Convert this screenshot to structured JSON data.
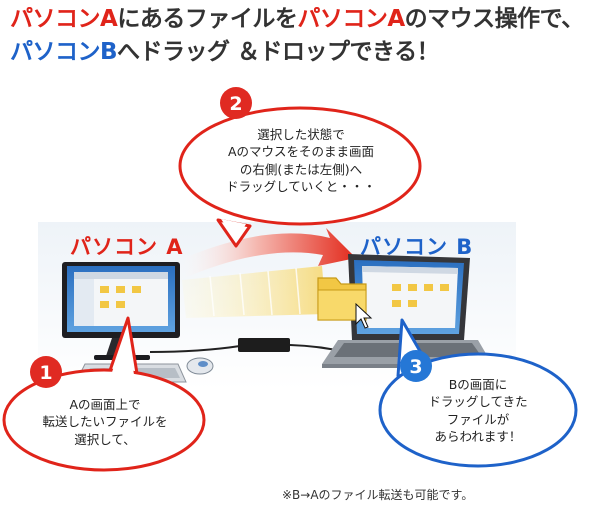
{
  "headline": {
    "line1": [
      {
        "text": "パソコンA",
        "color": "red"
      },
      {
        "text": "にあるファイルを",
        "color": "dark"
      },
      {
        "text": "パソコンA",
        "color": "red"
      },
      {
        "text": "のマウス操作で、",
        "color": "dark"
      }
    ],
    "line2": [
      {
        "text": "パソコンB",
        "color": "blue"
      },
      {
        "text": "へドラッグ ＆ドロップできる！",
        "color": "dark"
      }
    ]
  },
  "labels": {
    "pc_a": "パソコン A",
    "pc_b": "パソコン B"
  },
  "steps": [
    {
      "number": "1",
      "lines": [
        "Aの画面上で",
        "転送したいファイルを",
        "選択して、"
      ]
    },
    {
      "number": "2",
      "lines": [
        "選択した状態で",
        "Aのマウスをそのまま画面",
        "の右側(または左側)へ",
        "ドラッグしていくと・・・"
      ]
    },
    {
      "number": "3",
      "lines": [
        "Bの画面に",
        "ドラッグしてきた",
        "ファイルが",
        "あらわれます！"
      ]
    }
  ],
  "note": "※B→Aのファイル転送も可能です。",
  "colors": {
    "red": "#e0241a",
    "blue": "#1e62c9",
    "badge_red": "#e02a22",
    "badge_blue": "#2577d6",
    "folder": "#f2c744",
    "text": "#333333"
  }
}
